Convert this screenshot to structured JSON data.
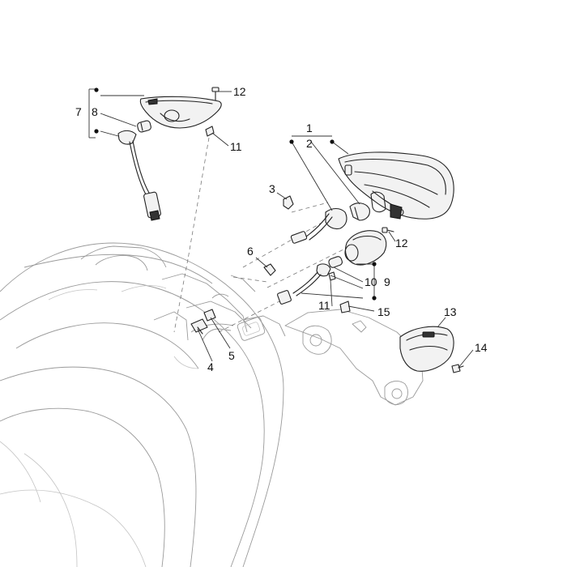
{
  "callouts": {
    "c1": "1",
    "c2": "2",
    "c3": "3",
    "c4": "4",
    "c5": "5",
    "c6": "6",
    "c7": "7",
    "c8": "8",
    "c9": "9",
    "c10": "10",
    "c11a": "11",
    "c11b": "11",
    "c12a": "12",
    "c12b": "12",
    "c13": "13",
    "c14": "14",
    "c15": "15"
  }
}
